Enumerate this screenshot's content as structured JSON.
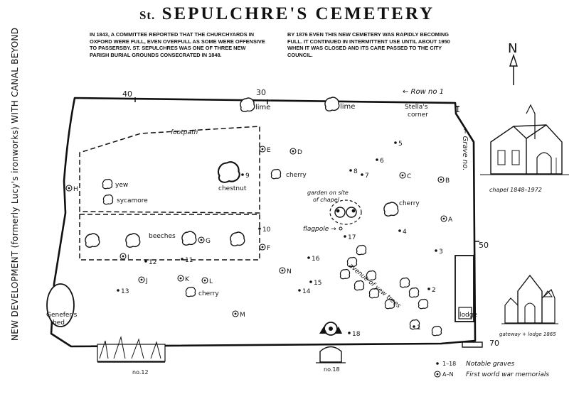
{
  "title": {
    "prefix": "St.",
    "main": "SEPULCHRE'S  CEMETERY"
  },
  "intro": {
    "left": "In 1843, a committee reported that the churchyards in\nOxford were full, even overfull as some were offensive\nto passersby. St. Sepulchres was one of three new\nparish burial grounds consecrated in 1848.",
    "right": "By 1876 even this new cemetery was rapidly becoming\nfull. It continued in intermittent use until about 1950\nwhen it was closed and its care passed to the city\ncouncil."
  },
  "side_text": "NEW DEVELOPMENT (formerly Lucy's ironworks) WITH CANAL BEYOND",
  "north": "N",
  "edge_numbers": {
    "n40": "40",
    "n30": "30",
    "n1": "1",
    "n50": "50",
    "n70": "70"
  },
  "streets": {
    "row": "← Row no 1",
    "grave": "← Grave no."
  },
  "labels": {
    "stellas_corner": "Stella's\ncorner",
    "lime1": "lime",
    "lime2": "lime",
    "footpath": "footpath",
    "yew": "yew",
    "sycamore": "sycamore",
    "chestnut": "chestnut",
    "cherry1": "cherry",
    "cherry2": "cherry",
    "cherry3": "cherry",
    "beeches": "beeches",
    "garden": "garden on site\nof chapel",
    "flagpole": "flagpole →",
    "avenue": "avenue of yew trees",
    "lodge": "lodge",
    "genefers_bed": "Genefer's\nbed",
    "chapel": "chapel 1848–1972",
    "gateway": "gateway + lodge 1865",
    "no12": "no.12",
    "no18": "no.18"
  },
  "graves": [
    {
      "n": "1"
    },
    {
      "n": "2"
    },
    {
      "n": "3"
    },
    {
      "n": "4"
    },
    {
      "n": "5"
    },
    {
      "n": "6"
    },
    {
      "n": "7"
    },
    {
      "n": "8"
    },
    {
      "n": "9"
    },
    {
      "n": "10"
    },
    {
      "n": "11"
    },
    {
      "n": "12"
    },
    {
      "n": "13"
    },
    {
      "n": "14"
    },
    {
      "n": "15"
    },
    {
      "n": "16"
    },
    {
      "n": "17"
    },
    {
      "n": "18"
    }
  ],
  "memorials": [
    {
      "l": "A"
    },
    {
      "l": "B"
    },
    {
      "l": "C"
    },
    {
      "l": "D"
    },
    {
      "l": "E"
    },
    {
      "l": "F"
    },
    {
      "l": "G"
    },
    {
      "l": "H"
    },
    {
      "l": "I"
    },
    {
      "l": "J"
    },
    {
      "l": "K"
    },
    {
      "l": "L"
    },
    {
      "l": "M"
    },
    {
      "l": "N"
    }
  ],
  "legend": {
    "graves_range": "1–18",
    "graves_text": "Notable graves",
    "memorials_range": "A–N",
    "memorials_text": "First world war memorials"
  }
}
